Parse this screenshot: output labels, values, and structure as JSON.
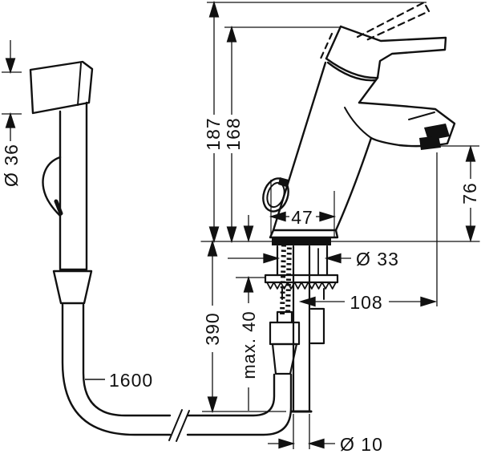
{
  "drawing": {
    "subject": "bidet-mixer-tap-with-hand-spray-dimension-drawing",
    "colors": {
      "line": "#111111",
      "background": "#ffffff"
    },
    "labels": {
      "spray_head_diameter": "Ø 36",
      "height_handle_raised": "187",
      "height_handle_down": "168",
      "base_diameter": "47",
      "outlet_height": "76",
      "tap_hole_diameter": "Ø 33",
      "spout_reach": "108",
      "max_mounting_thickness": "max. 40",
      "connection_pipe_length": "390",
      "hose_length": "1600",
      "connection_pipe_diameter": "Ø 10"
    }
  }
}
